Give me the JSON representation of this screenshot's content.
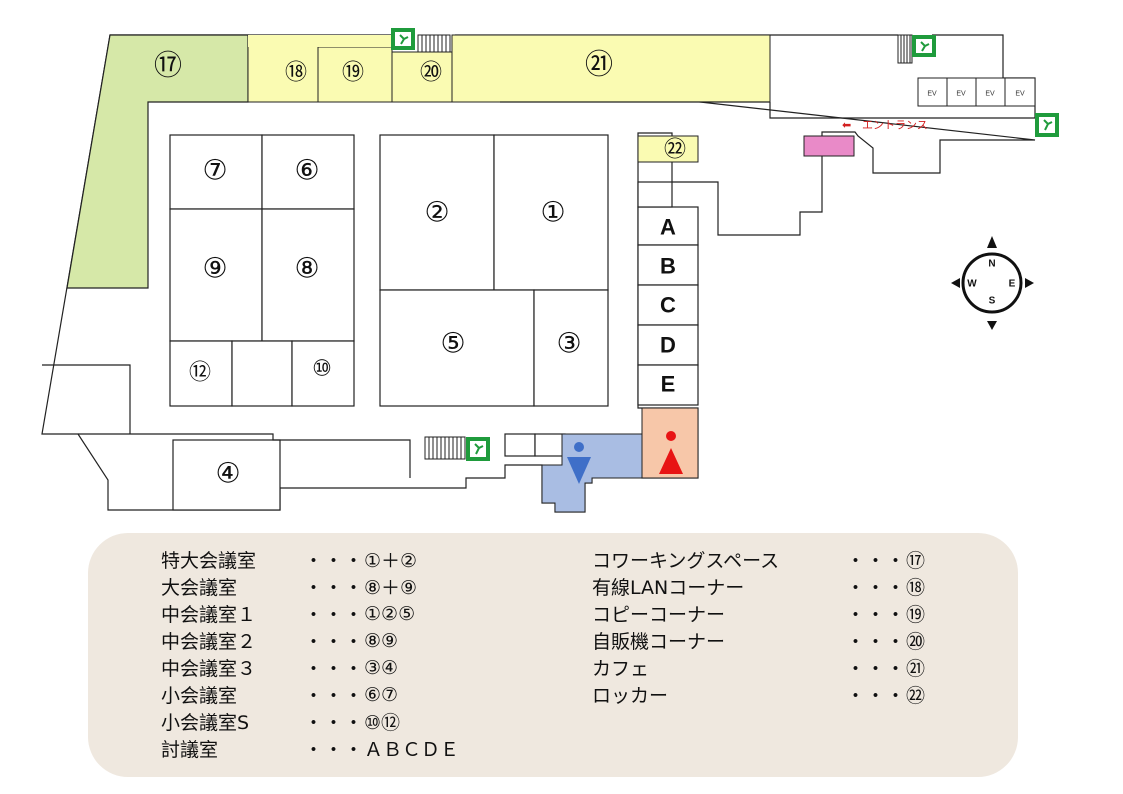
{
  "rooms": {
    "r1": "①",
    "r2": "②",
    "r3": "③",
    "r4": "④",
    "r5": "⑤",
    "r6": "⑥",
    "r7": "⑦",
    "r8": "⑧",
    "r9": "⑨",
    "r10": "⑩",
    "r12": "⑫",
    "r17": "⑰",
    "r18": "⑱",
    "r19": "⑲",
    "r20": "⑳",
    "r21": "㉑",
    "r22": "㉒",
    "A": "A",
    "B": "B",
    "C": "C",
    "D": "D",
    "E": "E"
  },
  "entrance": {
    "arrow": "⬅",
    "label": "エントランス"
  },
  "elevators": [
    "EV",
    "EV",
    "EV",
    "EV"
  ],
  "compass": {
    "n": "N",
    "e": "E",
    "s": "S",
    "w": "W"
  },
  "colors": {
    "coworking_green": "#d6e8a8",
    "yellow_area": "#fafbb2",
    "entrance_pink": "#e98ac8",
    "restroom_blue": "#a9bde3",
    "restroom_orange": "#f7c7a9",
    "male_icon": "#3f6fc8",
    "female_icon": "#e81414",
    "exit_green": "#1f9b3c",
    "legend_bg": "#efe8df"
  },
  "icons": {
    "exit": "emergency-exit-icon",
    "male": "male-restroom-icon",
    "female": "female-restroom-icon",
    "compass": "compass-icon"
  },
  "legend": {
    "left": [
      {
        "name": "特大会議室",
        "dots": "・・・",
        "value": "①＋②"
      },
      {
        "name": "大会議室",
        "dots": "・・・",
        "value": "⑧＋⑨"
      },
      {
        "name": "中会議室１",
        "dots": "・・・",
        "value": "①②⑤"
      },
      {
        "name": "中会議室２",
        "dots": "・・・",
        "value": "⑧⑨"
      },
      {
        "name": "中会議室３",
        "dots": "・・・",
        "value": "③④"
      },
      {
        "name": "小会議室",
        "dots": "・・・",
        "value": "⑥⑦"
      },
      {
        "name": "小会議室S",
        "dots": "・・・",
        "value": "⑩⑫"
      },
      {
        "name": "討議室",
        "dots": "・・・",
        "value": "ＡＢＣＤＥ"
      }
    ],
    "right": [
      {
        "name": "コワーキングスペース",
        "dots": "・・・",
        "value": "⑰"
      },
      {
        "name": "有線LANコーナー",
        "dots": "・・・",
        "value": "⑱"
      },
      {
        "name": "コピーコーナー",
        "dots": "・・・",
        "value": "⑲"
      },
      {
        "name": "自販機コーナー",
        "dots": "・・・",
        "value": "⑳"
      },
      {
        "name": "カフェ",
        "dots": "・・・",
        "value": "㉑"
      },
      {
        "name": "ロッカー",
        "dots": "・・・",
        "value": "㉒"
      }
    ]
  }
}
